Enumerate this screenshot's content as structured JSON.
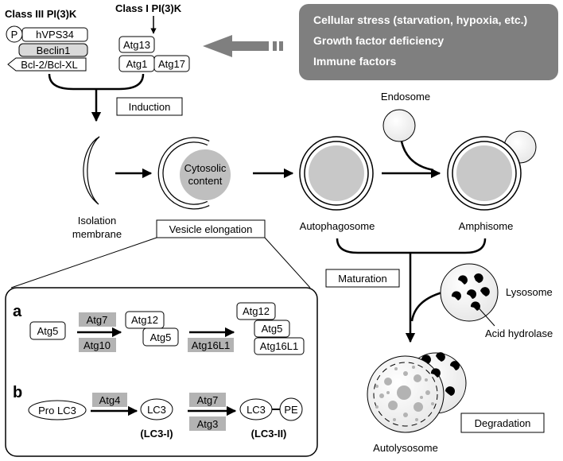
{
  "colors": {
    "stress_box": "#7f7f7f",
    "vacuole_fill": "#c8c8c8",
    "enzyme_box": "#b3b3b3",
    "acid": "#000000"
  },
  "top": {
    "class3_title": "Class III PI(3)K",
    "p_label": "P",
    "hvps34": "hVPS34",
    "beclin1": "Beclin1",
    "bcl": "Bcl-2/Bcl-XL",
    "class1_title": "Class I PI(3)K",
    "atg13": "Atg13",
    "atg1": "Atg1",
    "atg17": "Atg17",
    "stress_lines": [
      "Cellular stress (starvation, hypoxia, etc.)",
      "Growth factor deficiency",
      "Immune factors"
    ],
    "induction": "Induction"
  },
  "middle": {
    "isolation_1": "Isolation",
    "isolation_2": "membrane",
    "cytosolic_1": "Cytosolic",
    "cytosolic_2": "content",
    "vesicle_elongation": "Vesicle elongation",
    "endosome": "Endosome",
    "autophagosome": "Autophagosome",
    "amphisome": "Amphisome"
  },
  "bottom_right": {
    "maturation": "Maturation",
    "lysosome": "Lysosome",
    "acid_hydrolase": "Acid hydrolase",
    "degradation": "Degradation",
    "autolysosome": "Autolysosome"
  },
  "panel": {
    "a_label": "a",
    "atg5": "Atg5",
    "atg7": "Atg7",
    "atg10": "Atg10",
    "atg12": "Atg12",
    "atg5_b": "Atg5",
    "atg16l1_arrow": "Atg16L1",
    "c_atg12": "Atg12",
    "c_atg5": "Atg5",
    "c_atg16l1": "Atg16L1",
    "b_label": "b",
    "pro_lc3": "Pro LC3",
    "atg4": "Atg4",
    "lc3": "LC3",
    "lc3_i": "(LC3-I)",
    "b_atg7": "Atg7",
    "atg3": "Atg3",
    "lc3_2": "LC3",
    "pe": "PE",
    "lc3_ii": "(LC3-II)"
  }
}
